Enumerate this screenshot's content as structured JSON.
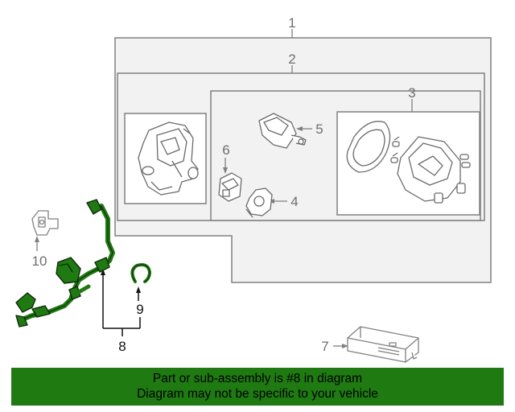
{
  "callouts": {
    "c1": "1",
    "c2": "2",
    "c3": "3",
    "c4": "4",
    "c5": "5",
    "c6": "6",
    "c7": "7",
    "c8": "8",
    "c9": "9",
    "c10": "10"
  },
  "banner": {
    "line1": "Part or sub-assembly is #8 in diagram",
    "line2": "Diagram may not be specific to your vehicle"
  },
  "colors": {
    "highlight": "#1f7a12",
    "panel_fill": "#f2f2f2",
    "outline": "#808080",
    "part_stroke": "#6a6a6a"
  }
}
